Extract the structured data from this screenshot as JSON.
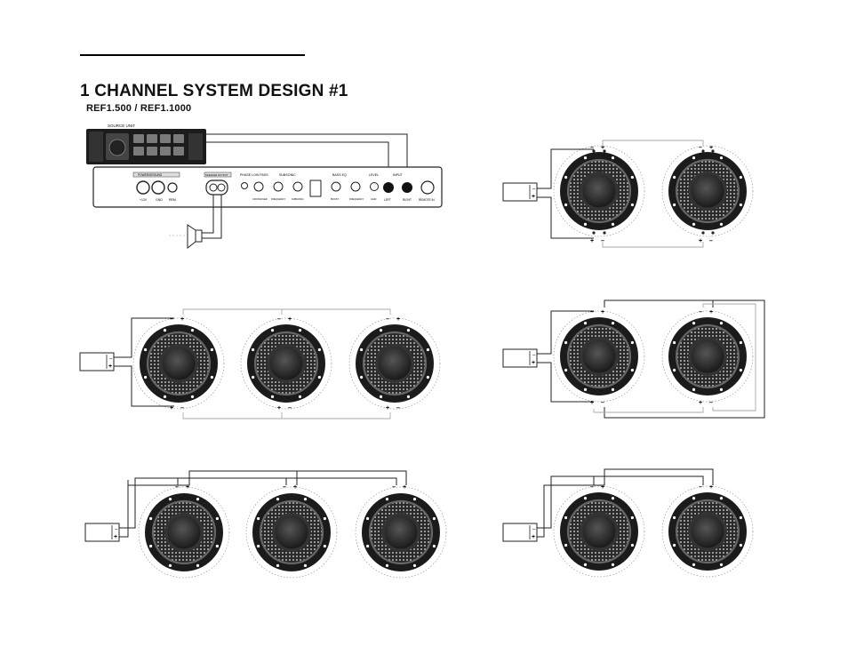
{
  "header": {
    "title": "1 CHANNEL SYSTEM DESIGN #1",
    "subtitle": "REF1.500 / REF1.1000"
  },
  "head_unit": {
    "label": "SOURCE UNIT"
  },
  "amp_panel": {
    "power_group_label": "POWER/GROUND",
    "speaker_group_label": "SPEAKER OUTPUT",
    "power_labels": [
      "+12V",
      "GND",
      "REM"
    ],
    "phase_label": "PHASE  LOW PASS",
    "subsonic_label": "SUBSONIC",
    "gain_label": "GAIN",
    "bass_eq_label": "BASS EQ",
    "level_label": "LEVEL",
    "input_label": "INPUT",
    "input_jacks": [
      "LEFT",
      "RIGHT"
    ],
    "remote_label": "REMOTE IN",
    "knob_labels": [
      "CROSSOVER",
      "FREQUENCY",
      "SUBSONIC",
      "BOOST",
      "FREQUENCY"
    ]
  },
  "diagrams": [
    {
      "id": "two-series",
      "speakers": 2
    },
    {
      "id": "three-series",
      "speakers": 3
    },
    {
      "id": "two-series-parallel",
      "speakers": 2
    },
    {
      "id": "three-parallel",
      "speakers": 3
    },
    {
      "id": "two-parallel",
      "speakers": 2
    }
  ],
  "terminal_signs": {
    "neg": "–",
    "pos": "+"
  }
}
